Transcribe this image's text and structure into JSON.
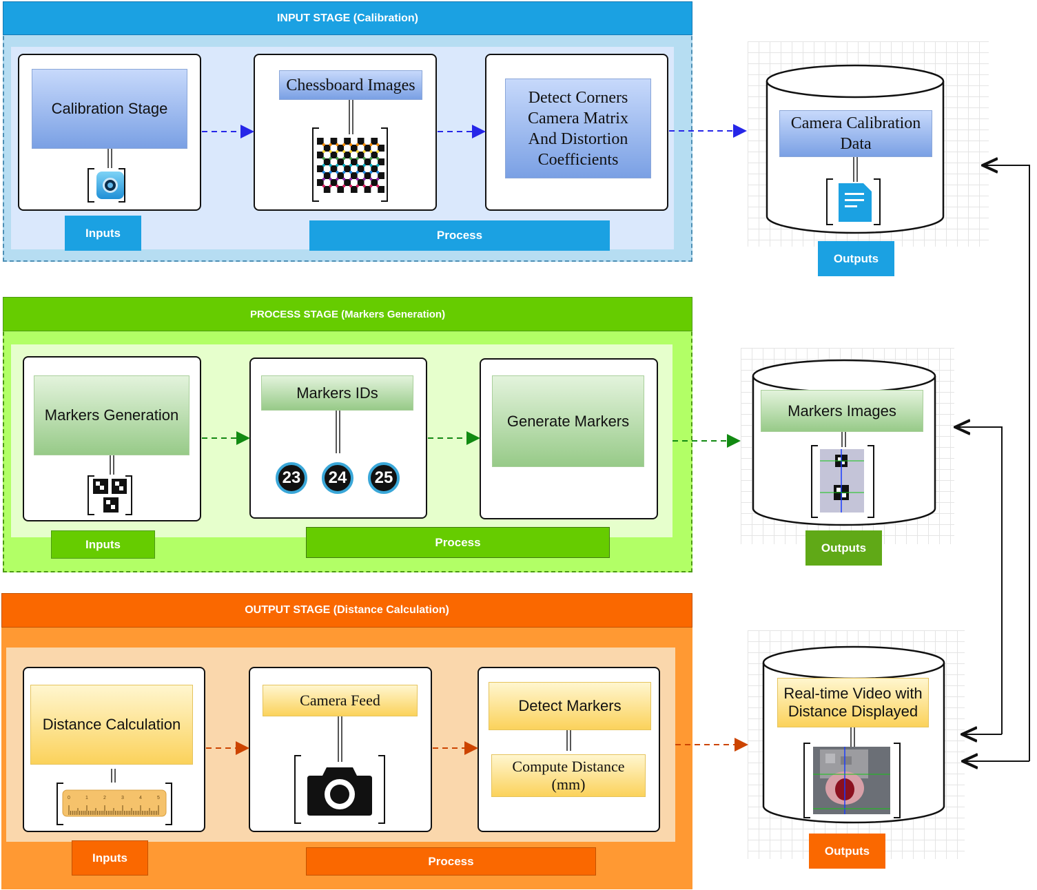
{
  "stages": [
    {
      "title": "INPUT STAGE  (Calibration)",
      "inputs_label": "Inputs",
      "process_label": "Process",
      "input_box": "Calibration Stage",
      "process_box_1": "Chessboard Images",
      "process_box_2": "Detect Corners Camera Matrix And Distortion Coefficients",
      "output_label": "Outputs",
      "output_box": "Camera Calibration Data",
      "color": "#1ba1e2"
    },
    {
      "title": "PROCESS STAGE (Markers Generation)",
      "inputs_label": "Inputs",
      "process_label": "Process",
      "input_box": "Markers Generation",
      "process_box_1": "Markers IDs",
      "marker_ids": [
        "23",
        "24",
        "25"
      ],
      "process_box_2": "Generate Markers",
      "output_label": "Outputs",
      "output_box": "Markers Images",
      "color": "#66cc00"
    },
    {
      "title": "OUTPUT STAGE (Distance Calculation)",
      "inputs_label": "Inputs",
      "process_label": "Process",
      "input_box": "Distance Calculation",
      "process_box_1": "Camera Feed",
      "process_box_2": "Detect Markers",
      "process_box_3": "Compute Distance (mm)",
      "output_label": "Outputs",
      "output_box": "Real-time Video with Distance Displayed",
      "color": "#fa6800"
    }
  ],
  "ruler_ticks": [
    "0",
    "1",
    "2",
    "3",
    "4",
    "5"
  ],
  "icons": [
    "camera-app-icon",
    "chessboard-image",
    "document-icon",
    "aruco-marker-icon",
    "marker-detection-image",
    "ruler-icon",
    "camera-icon",
    "video-frame-image"
  ]
}
